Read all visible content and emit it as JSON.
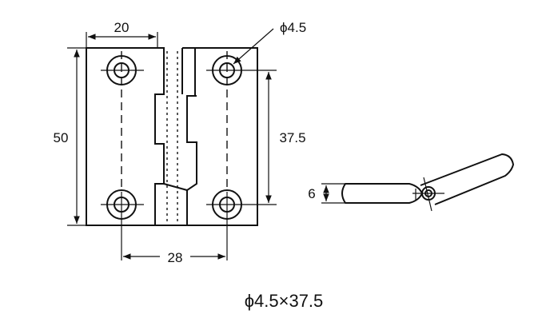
{
  "dimensions": {
    "leaf_width": "20",
    "hole_diameter": "ϕ4.5",
    "height": "50",
    "hole_spacing_vertical": "37.5",
    "hole_spacing_horizontal": "28",
    "thickness": "6"
  },
  "caption": "ϕ4.5×37.5"
}
